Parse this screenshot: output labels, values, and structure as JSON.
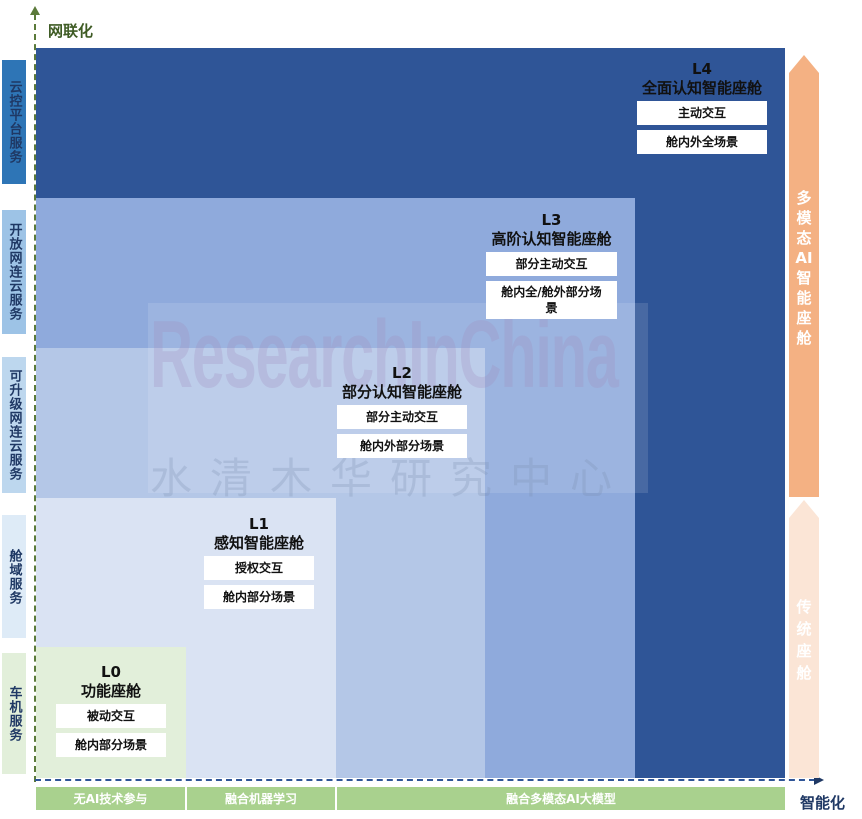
{
  "axes": {
    "y_label": "网联化",
    "x_label": "智能化"
  },
  "levels": [
    {
      "code": "L0",
      "name": "功能座舱",
      "tags": [
        "被动交互",
        "舱内部分场景"
      ]
    },
    {
      "code": "L1",
      "name": "感知智能座舱",
      "tags": [
        "授权交互",
        "舱内部分场景"
      ]
    },
    {
      "code": "L2",
      "name": "部分认知智能座舱",
      "tags": [
        "部分主动交互",
        "舱内外部分场景"
      ]
    },
    {
      "code": "L3",
      "name": "高阶认知智能座舱",
      "tags": [
        "部分主动交互",
        "舱内全/舱外部分场景"
      ]
    },
    {
      "code": "L4",
      "name": "全面认知智能座舱",
      "tags": [
        "主动交互",
        "舱内外全场景"
      ]
    }
  ],
  "side_labels": [
    "云控平台服务",
    "开放网连云服务",
    "可升级网连云服务",
    "舱域服务",
    "车机服务"
  ],
  "bottom_labels": [
    "无AI技术参与",
    "融合机器学习",
    "融合多模态AI大模型"
  ],
  "right_arrows": {
    "top": "多模态AI智能座舱",
    "bottom": "传统座舱"
  },
  "watermark": {
    "en": "ResearchInChina",
    "cn": "水清木华研究中心"
  },
  "colors": {
    "L4": "#2f5597",
    "L3": "#8faadc",
    "L2": "#b4c7e7",
    "L1": "#dae3f3",
    "L0": "#e2efda",
    "bottom_bar": "#a9d18e",
    "arrow_ai": "#f4b183",
    "arrow_traditional": "#fbe5d6"
  }
}
